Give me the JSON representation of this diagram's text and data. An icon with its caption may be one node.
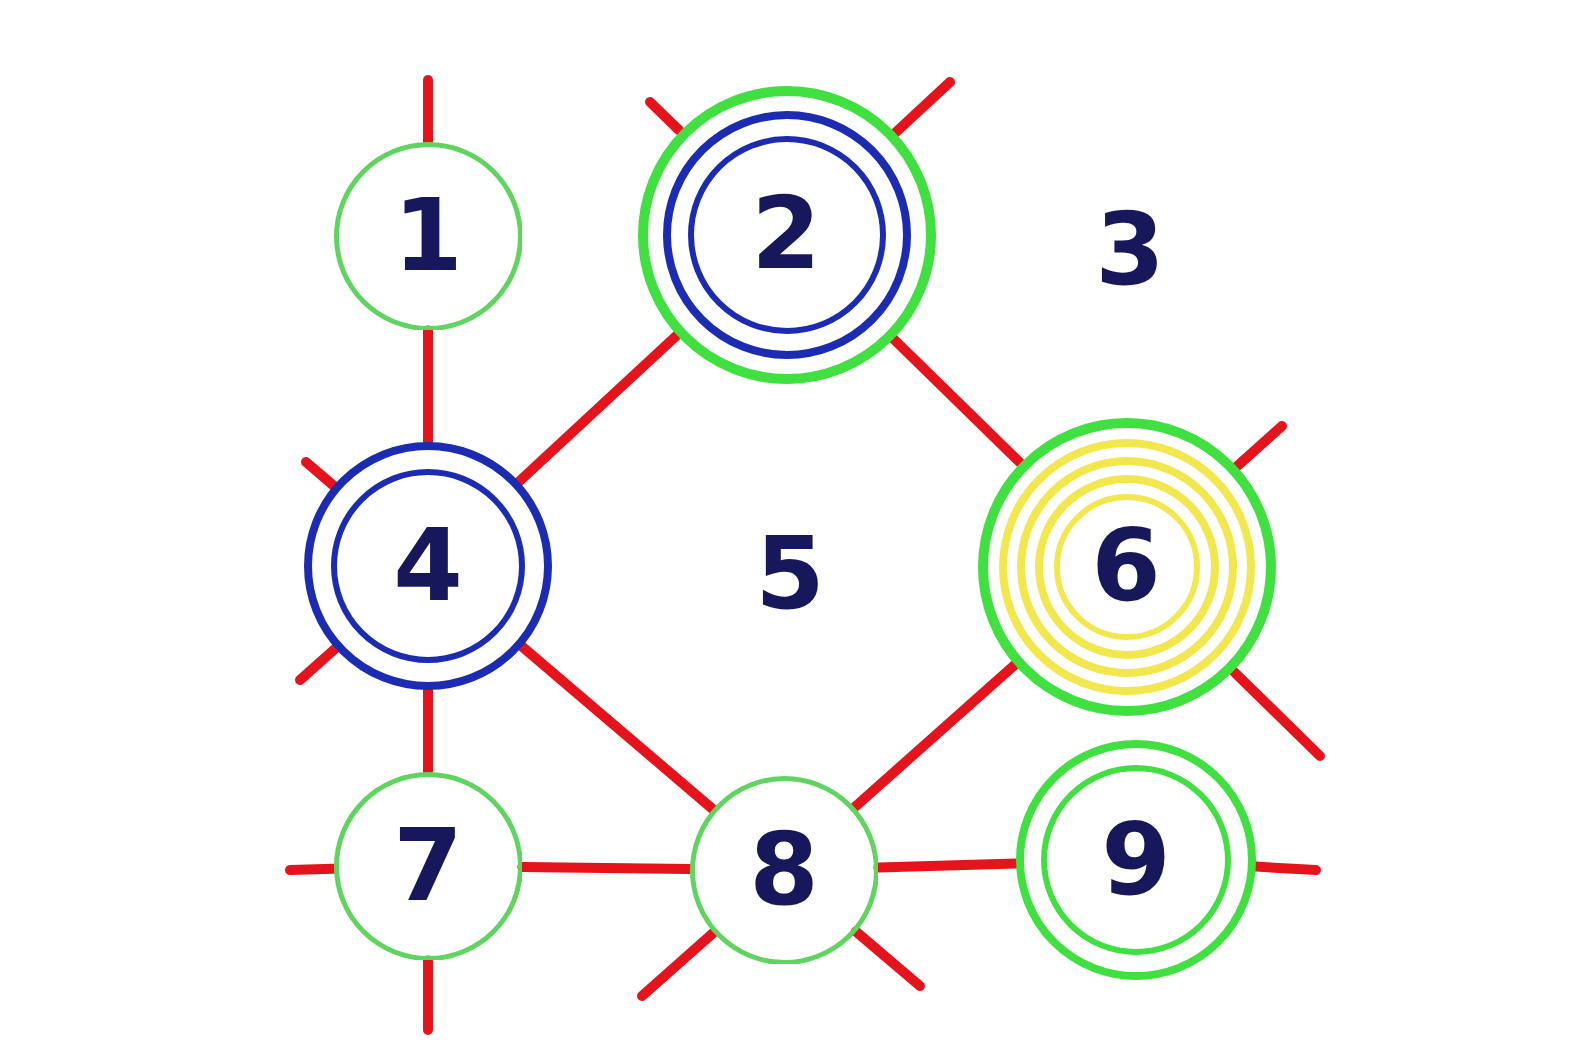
{
  "diagram": {
    "nodes": [
      {
        "text": [
          "1"
        ]
      },
      {
        "text": [
          "2"
        ]
      },
      {
        "text": [
          "4"
        ]
      },
      {
        "text": [
          "6"
        ]
      },
      {
        "text": [
          "7"
        ]
      },
      {
        "text": [
          "8"
        ]
      },
      {
        "text": [
          "9"
        ]
      }
    ],
    "edges": [
      {
        "from": null,
        "to": 0,
        "arrow": "none"
      },
      {
        "from": 0,
        "to": 2,
        "arrow": "none"
      },
      {
        "from": 2,
        "to": 4,
        "arrow": "none"
      },
      {
        "from": 4,
        "to": null,
        "arrow": "none"
      },
      {
        "from": null,
        "to": 4,
        "arrow": "none"
      },
      {
        "from": 4,
        "to": 5,
        "arrow": "none"
      },
      {
        "from": 5,
        "to": 6,
        "arrow": "none"
      },
      {
        "from": 6,
        "to": null,
        "arrow": "none"
      },
      {
        "from": null,
        "to": 1,
        "arrow": "none"
      },
      {
        "from": 1,
        "to": 2,
        "arrow": "none"
      },
      {
        "from": 2,
        "to": null,
        "arrow": "none"
      },
      {
        "from": null,
        "to": 1,
        "arrow": "none"
      },
      {
        "from": 1,
        "to": 3,
        "arrow": "none"
      },
      {
        "from": 3,
        "to": null,
        "arrow": "none"
      },
      {
        "from": null,
        "to": 2,
        "arrow": "none"
      },
      {
        "from": 2,
        "to": 5,
        "arrow": "none"
      },
      {
        "from": 5,
        "to": null,
        "arrow": "none"
      },
      {
        "from": null,
        "to": 3,
        "arrow": "none"
      },
      {
        "from": 3,
        "to": 5,
        "arrow": "none"
      },
      {
        "from": 5,
        "to": null,
        "arrow": "none"
      }
    ],
    "labels": [
      "3",
      "5"
    ]
  }
}
